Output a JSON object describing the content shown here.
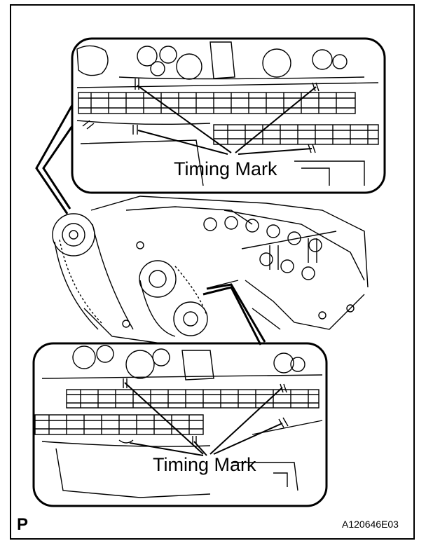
{
  "labels": {
    "top_callout": "Timing Mark",
    "bottom_callout": "Timing Mark",
    "corner_letter": "P",
    "figure_code": "A120646E03"
  },
  "colors": {
    "ink": "#000000",
    "paper": "#ffffff"
  }
}
